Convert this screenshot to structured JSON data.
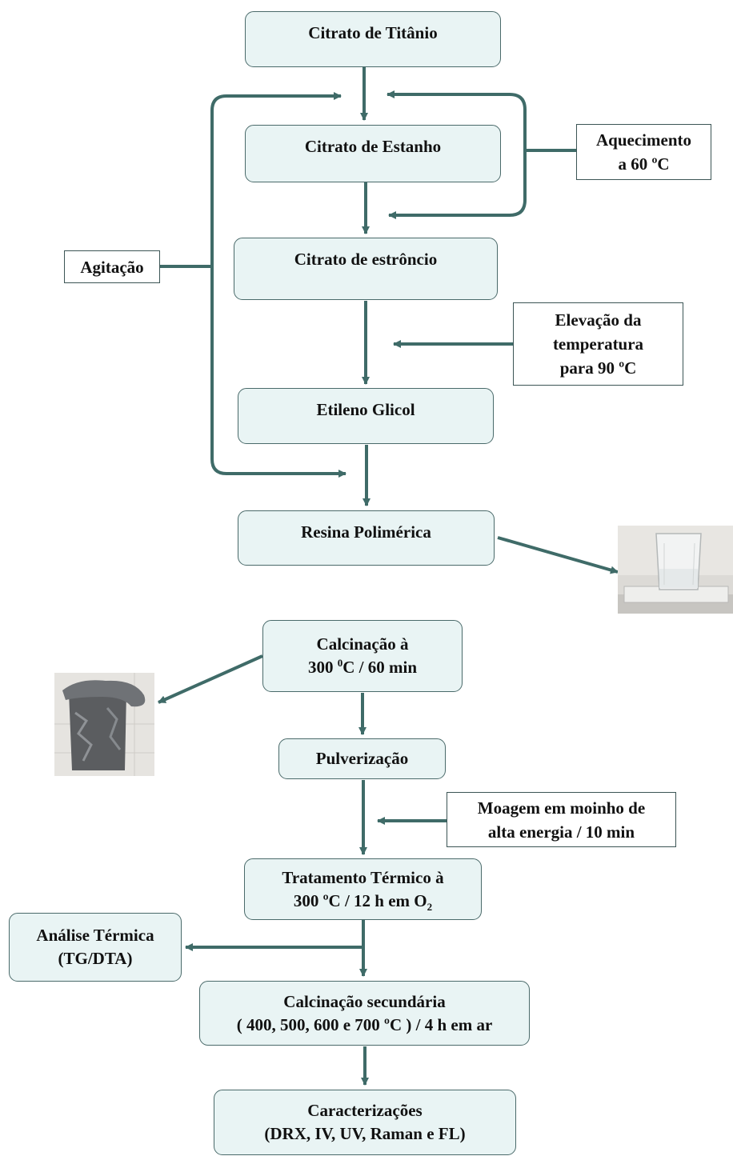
{
  "nodes": {
    "titanio": "Citrato de Titânio",
    "estanho": "Citrato de Estanho",
    "estroncio": "Citrato de estrôncio",
    "etileno": "Etileno Glicol",
    "resina": "Resina Polimérica",
    "calc1_line1": "Calcinação à",
    "calc1_line2_a": "300 ",
    "calc1_line2_sup": "0",
    "calc1_line2_b": "C / 60 min",
    "pulverizacao": "Pulverização",
    "tt_line1": "Tratamento Térmico à",
    "tt_line2_a": "300 ºC / 12 h em O",
    "tt_line2_sub": "2",
    "calc2_line1": "Calcinação secundária",
    "calc2_line2": "( 400, 500, 600 e 700 ºC ) / 4 h em ar",
    "carac_line1": "Caracterizações",
    "carac_line2": "(DRX, IV, UV, Raman e FL)"
  },
  "side_boxes": {
    "agitacao": "Agitação",
    "aquecimento_line1": "Aquecimento",
    "aquecimento_line2": "a 60 ºC",
    "elevacao_line1": "Elevação da",
    "elevacao_line2": "temperatura",
    "elevacao_line3": "para 90 ºC",
    "moagem_line1": "Moagem em moinho de",
    "moagem_line2": "alta energia / 10 min",
    "analise_line1": "Análise Térmica",
    "analise_line2": "(TG/DTA)"
  },
  "colors": {
    "arrow": "#3f6b68",
    "node_fill": "#e9f4f4",
    "node_border": "#4a6a6a"
  }
}
